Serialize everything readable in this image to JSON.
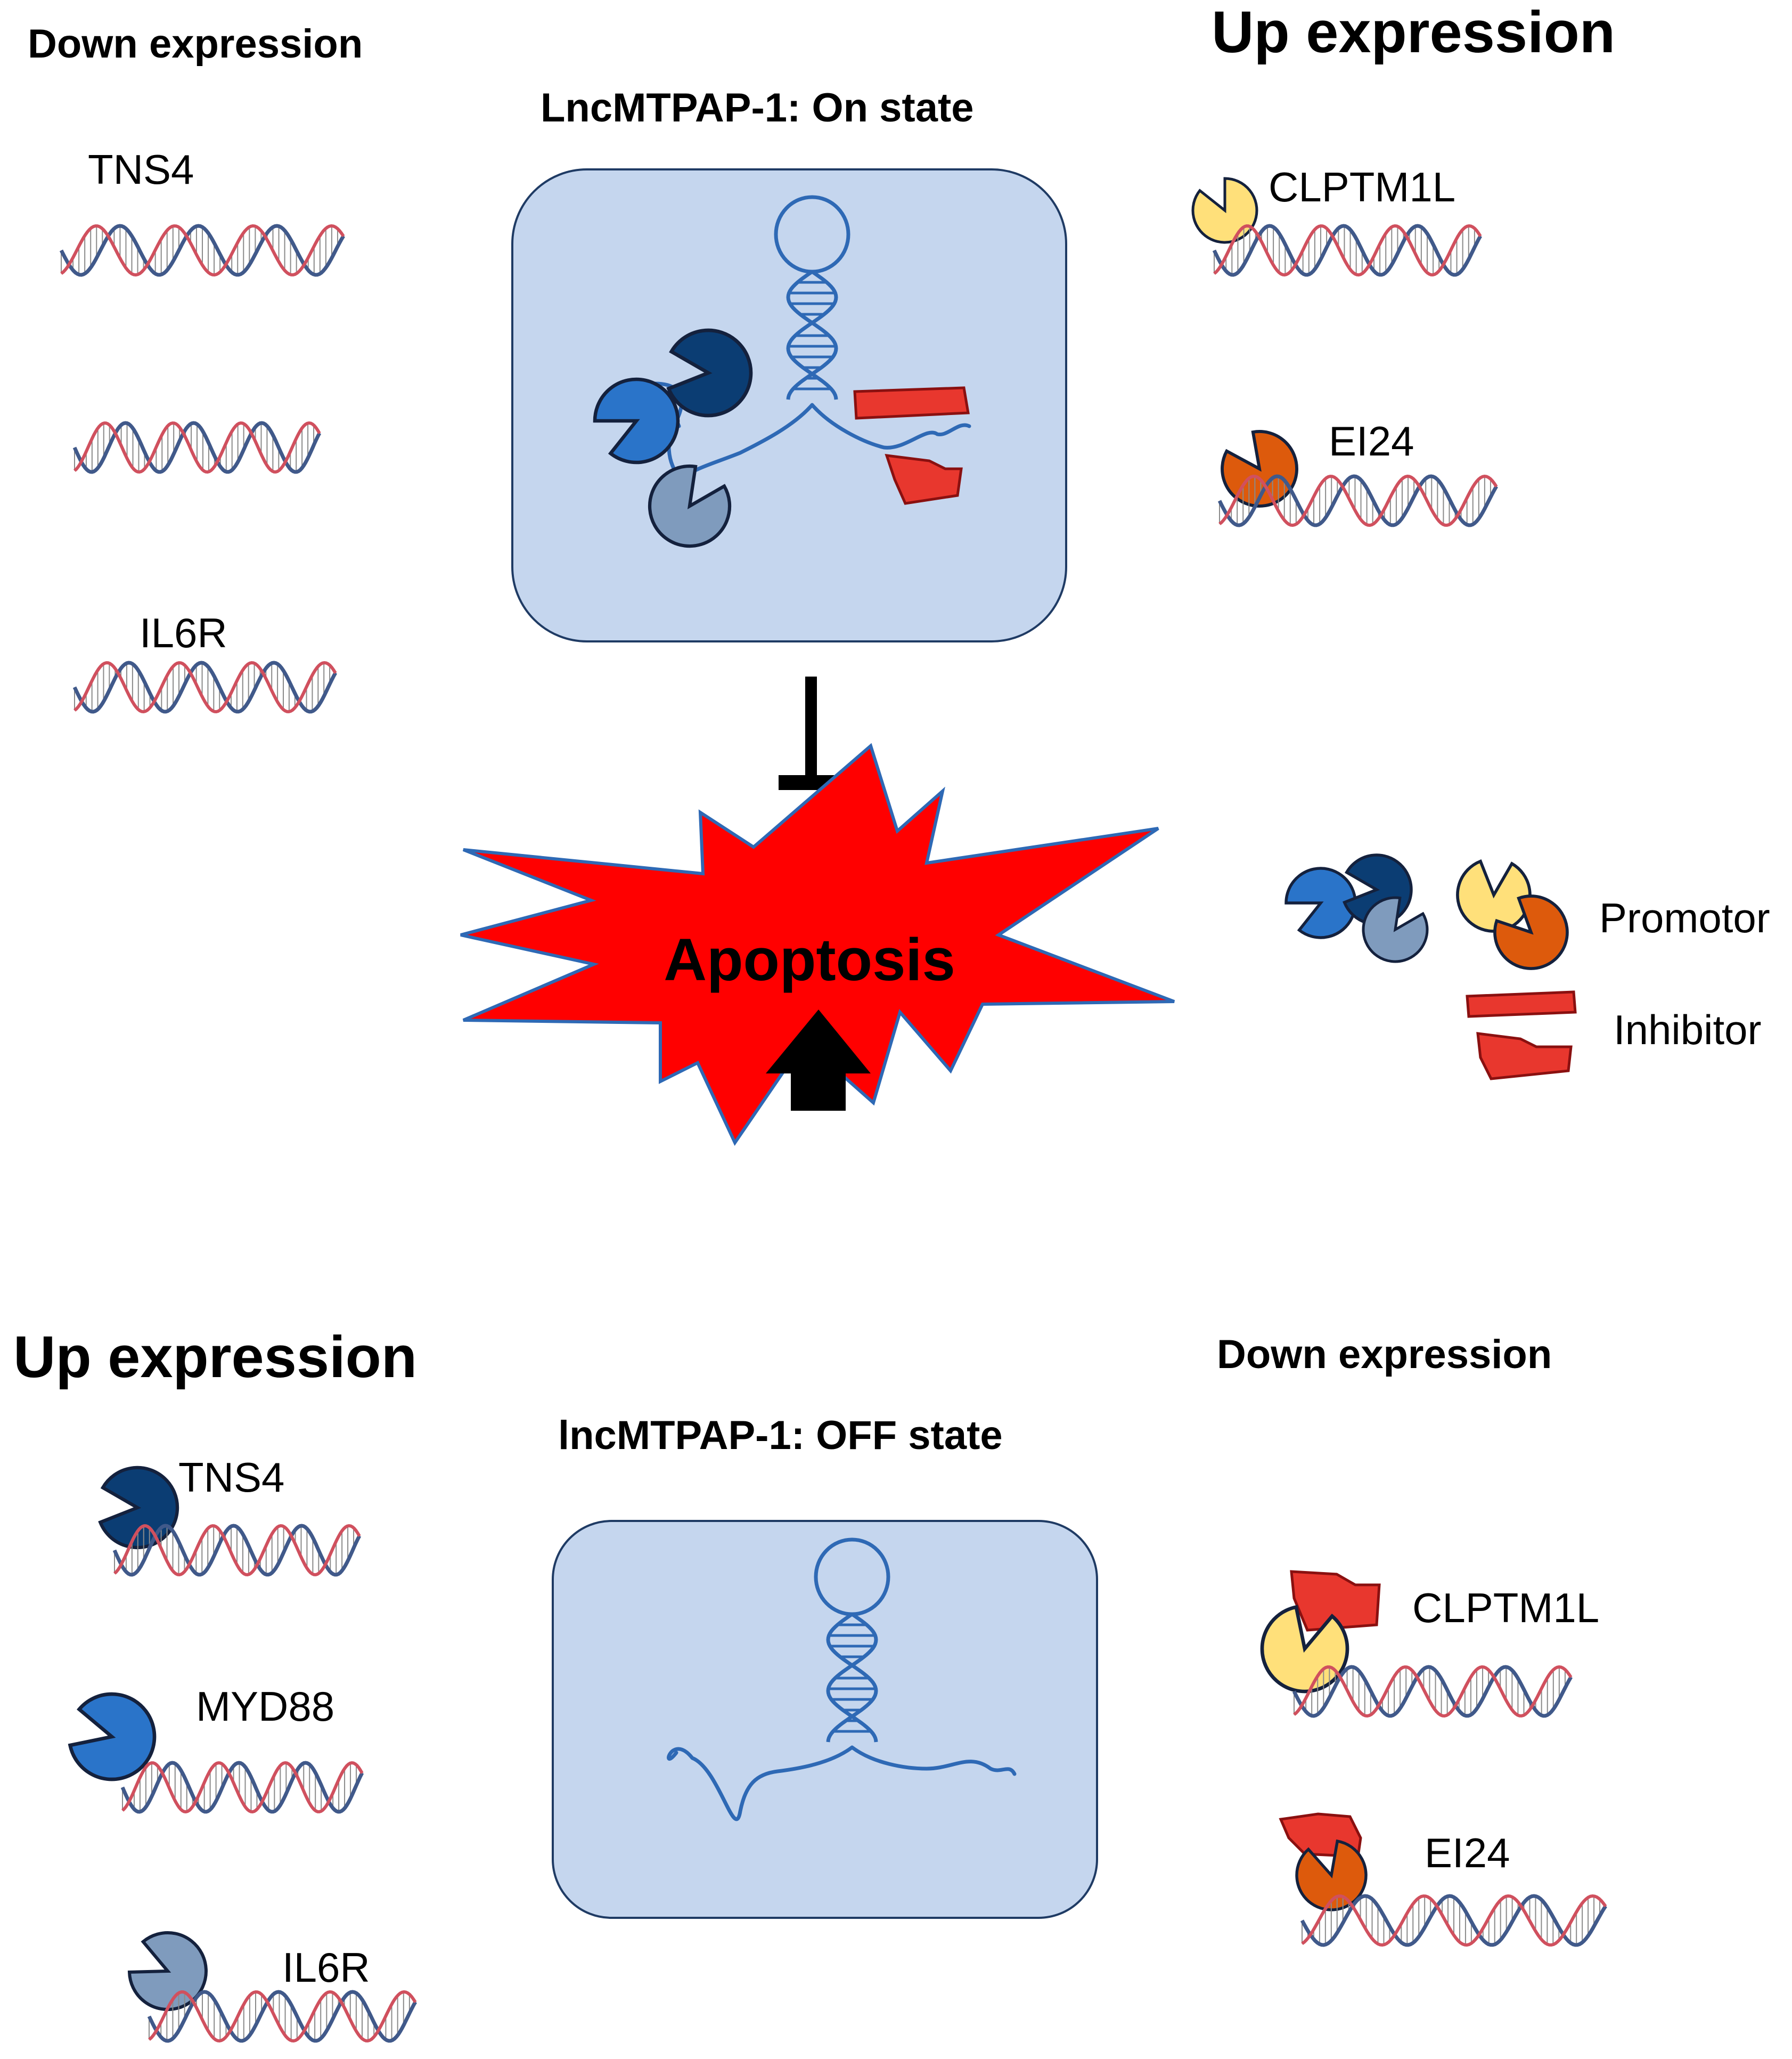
{
  "colors": {
    "panel_fill": "#c5d6ee",
    "panel_stroke": "#1f3b64",
    "rna": "#2e69b5",
    "starburst_fill": "#ff0000",
    "starburst_stroke": "#2e69b5",
    "dna_blue": "#40598a",
    "dna_red": "#d0505e",
    "dna_rung": "#8a8a8a",
    "navy": "#0b3d73",
    "medium_blue": "#2a74c9",
    "grey_blue": "#7f9bbd",
    "yellow": "#ffe07a",
    "orange": "#dd5a0c",
    "red": "#e8372e"
  },
  "top": {
    "left_header": "Down expression",
    "right_header": "Up expression",
    "state_label": "LncMTPAP-1: On state",
    "left_genes": [
      {
        "label": "TNS4"
      },
      {
        "label": ""
      },
      {
        "label": "IL6R"
      }
    ],
    "right_genes": [
      {
        "label": "CLPTM1L",
        "bound_icon": "yellow-pacman-icon"
      },
      {
        "label": "EI24",
        "bound_icon": "orange-pacman-icon"
      }
    ],
    "relation_icon": "inhibition-tbar-icon"
  },
  "center": {
    "label": "Apoptosis",
    "shape": "starburst"
  },
  "legend": {
    "promotor_label": "Promotor",
    "inhibitor_label": "Inhibitor"
  },
  "bottom": {
    "left_header": "Up expression",
    "right_header": "Down expression",
    "state_label": "lncMTPAP-1: OFF state",
    "relation_icon": "activation-arrow-icon",
    "left_genes": [
      {
        "label": "TNS4",
        "bound_icon": "navy-pacman-icon"
      },
      {
        "label": "MYD88",
        "bound_icon": "blue-pacman-icon"
      },
      {
        "label": "IL6R",
        "bound_icon": "greyblue-pacman-icon"
      }
    ],
    "right_genes": [
      {
        "label": "CLPTM1L",
        "bound_icon": "yellow-pacman-with-red-inhibitor-icon"
      },
      {
        "label": "EI24",
        "bound_icon": "orange-pacman-with-red-inhibitor-icon"
      }
    ]
  }
}
